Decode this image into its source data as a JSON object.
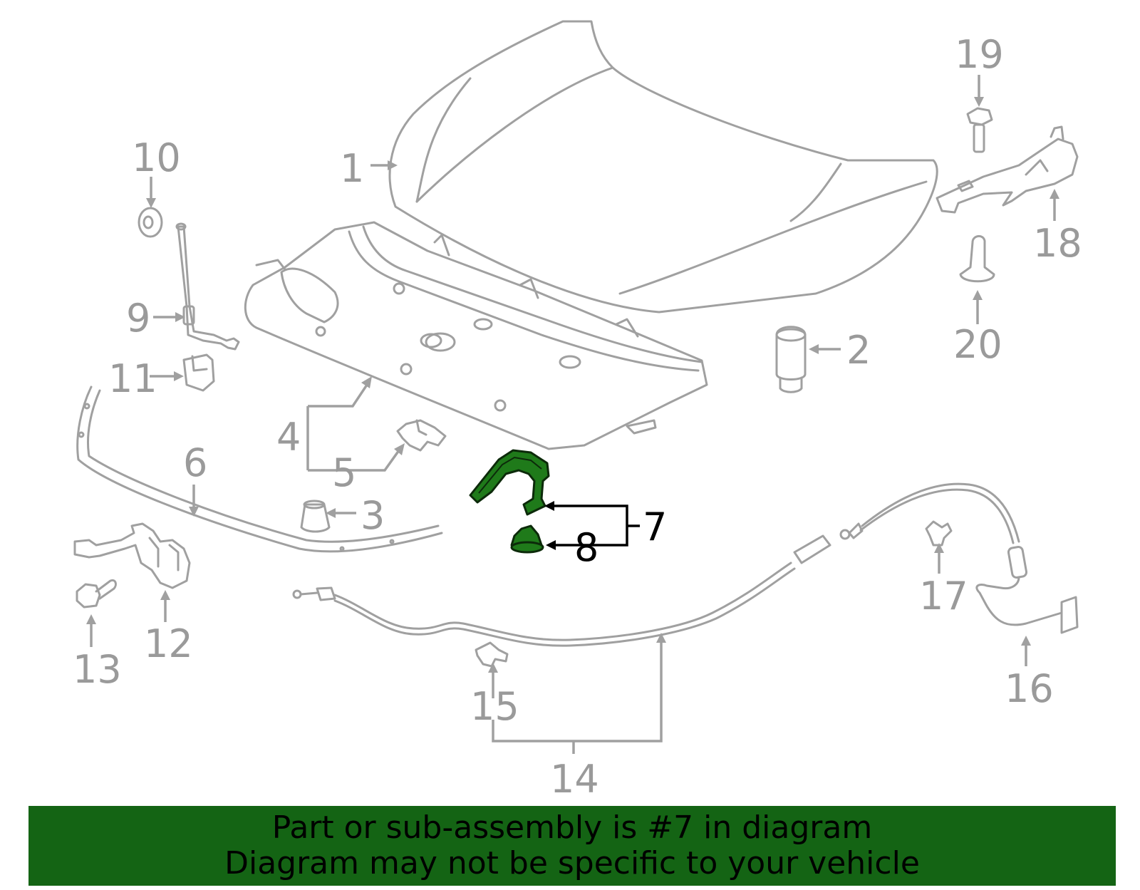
{
  "diagram": {
    "callouts": {
      "c1": "1",
      "c2": "2",
      "c3": "3",
      "c4": "4",
      "c5": "5",
      "c6": "6",
      "c7": "7",
      "c8": "8",
      "c9": "9",
      "c10": "10",
      "c11": "11",
      "c12": "12",
      "c13": "13",
      "c14": "14",
      "c15": "15",
      "c16": "16",
      "c17": "17",
      "c18": "18",
      "c19": "19",
      "c20": "20"
    },
    "highlight_color": "#1f7a1a",
    "highlighted_parts": [
      "7",
      "8"
    ]
  },
  "banner": {
    "line1": "Part or sub-assembly is #7 in diagram",
    "line2": "Diagram may not be specific to your vehicle",
    "background": "#146414"
  }
}
